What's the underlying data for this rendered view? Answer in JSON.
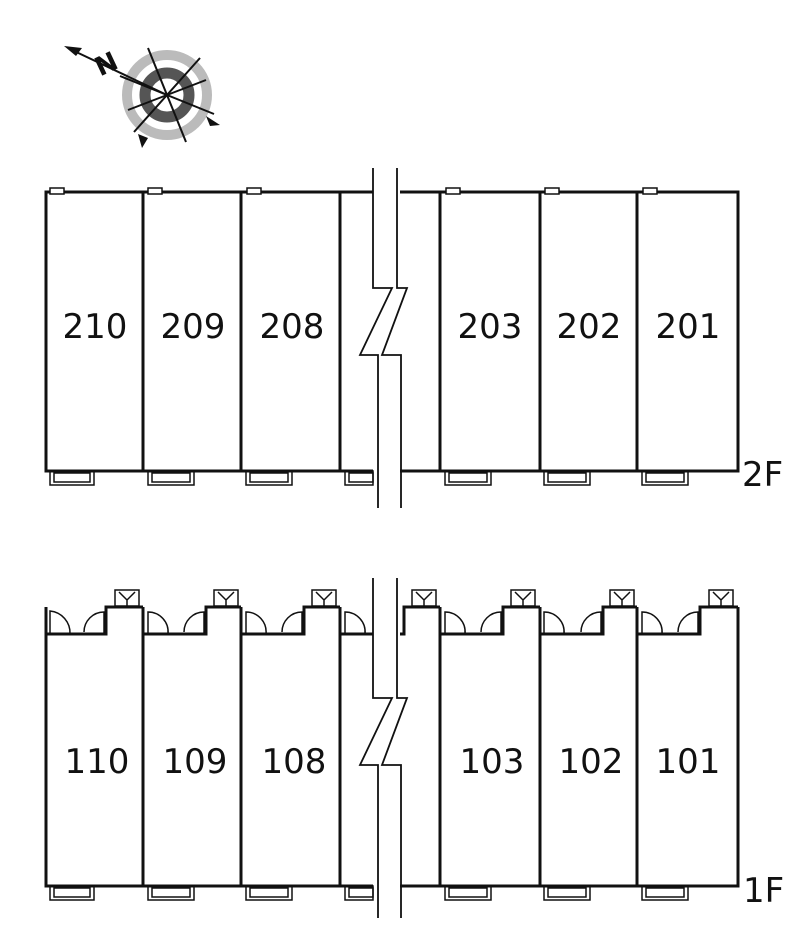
{
  "compass": {
    "north_letter": "N"
  },
  "floors": [
    {
      "label": "2F",
      "units": [
        "210",
        "209",
        "208",
        "203",
        "202",
        "201"
      ]
    },
    {
      "label": "1F",
      "units": [
        "110",
        "109",
        "108",
        "103",
        "102",
        "101"
      ]
    }
  ],
  "colors": {
    "line": "#111111",
    "compass_inner": "#555555",
    "compass_outer": "#bbbbbb"
  }
}
